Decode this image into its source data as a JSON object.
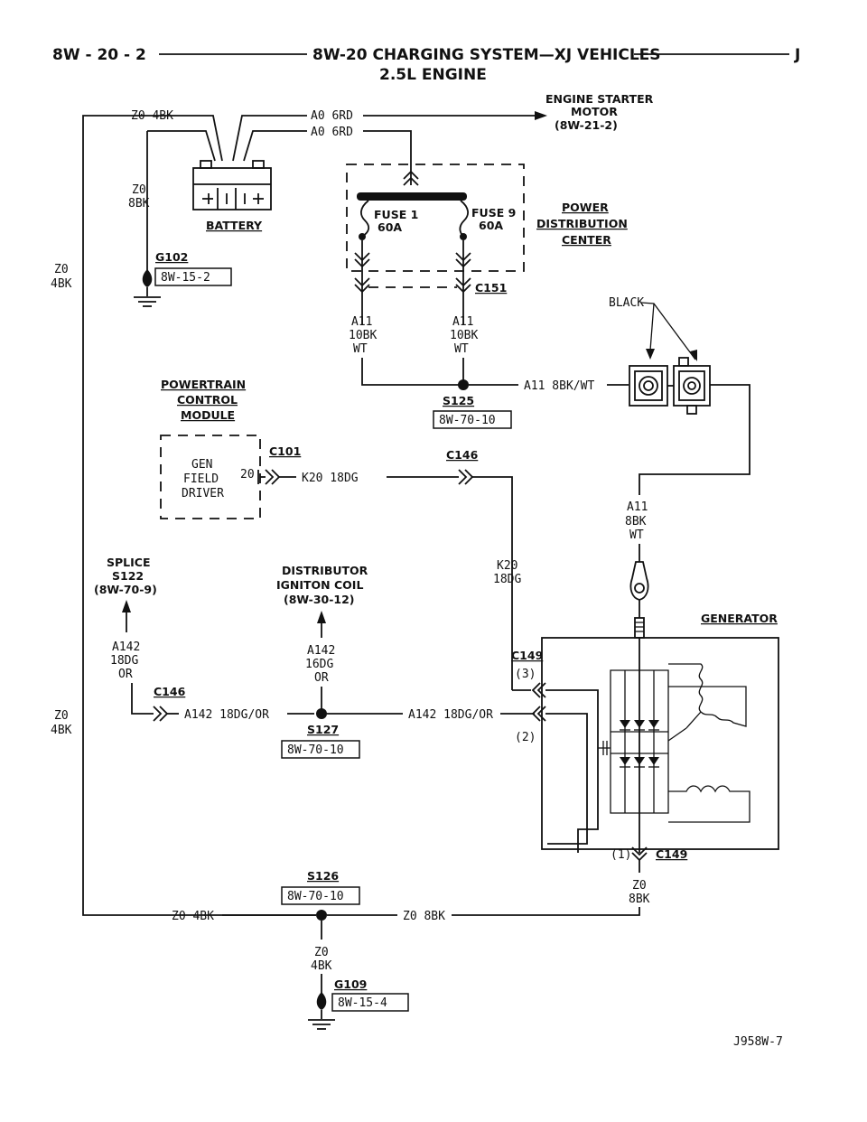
{
  "header": {
    "page_num": "8W - 20 - 2",
    "title": "8W-20 CHARGING SYSTEM—XJ VEHICLES",
    "letter": "J",
    "subtitle": "2.5L ENGINE"
  },
  "labels": {
    "starter_l1": "ENGINE STARTER",
    "starter_l2": "MOTOR",
    "starter_l3": "(8W-21-2)",
    "z0_4bk": "Z0 4BK",
    "a0_6rd": "A0 6RD",
    "z0": "Z0",
    "bk4": "4BK",
    "bk8": "8BK",
    "battery": "BATTERY",
    "g102": "G102",
    "ref_8w152": "8W-15-2",
    "fuse1_l1": "FUSE 1",
    "fuse1_l2": "60A",
    "fuse9_l1": "FUSE 9",
    "fuse9_l2": "60A",
    "pdc_l1": "POWER",
    "pdc_l2": "DISTRIBUTION",
    "pdc_l3": "CENTER",
    "c151": "C151",
    "black": "BLACK",
    "a11": "A11",
    "bk10": "10BK",
    "wt": "WT",
    "a11_8bkwt": "A11 8BK/WT",
    "s125": "S125",
    "ref_8w7010": "8W-70-10",
    "pcm_l1": "POWERTRAIN",
    "pcm_l2": "CONTROL",
    "pcm_l3": "MODULE",
    "c101": "C101",
    "gen_l1": "GEN",
    "gen_l2": "FIELD",
    "gen_l3": "DRIVER",
    "pin20": "20",
    "k20_18dg": "K20 18DG",
    "c146": "C146",
    "k20": "K20",
    "dg18": "18DG",
    "splice_l1": "SPLICE",
    "splice_l2": "S122",
    "splice_l3": "(8W-70-9)",
    "dist_l1": "DISTRIBUTOR",
    "dist_l2": "IGNITON COIL",
    "dist_l3": "(8W-30-12)",
    "a142": "A142",
    "dg16": "16DG",
    "or": "OR",
    "a142_18dgor": "A142 18DG/OR",
    "s127": "S127",
    "generator": "GENERATOR",
    "c149": "C149",
    "pin3": "(3)",
    "pin2": "(2)",
    "pin1": "(1)",
    "s126": "S126",
    "z0_8bk": "Z0 8BK",
    "g109": "G109",
    "ref_8w154": "8W-15-4",
    "figure_id": "J958W-7"
  }
}
